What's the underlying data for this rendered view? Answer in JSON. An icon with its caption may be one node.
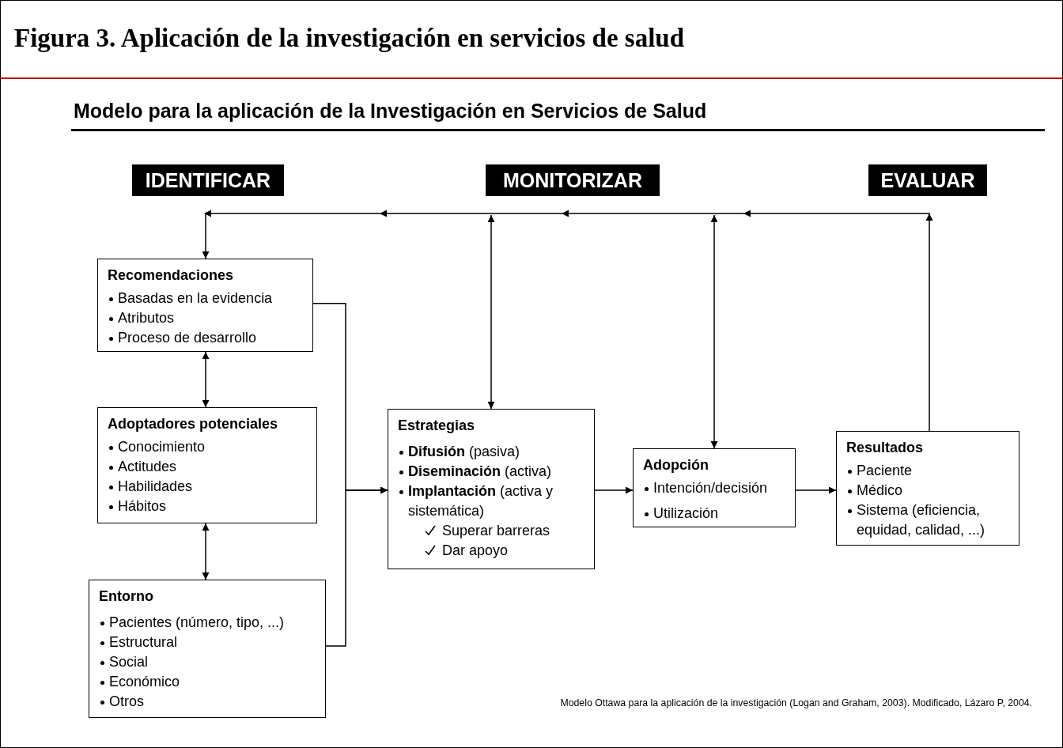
{
  "diagram": {
    "title": "Figura 3. Aplicación de la investigación en servicios de salud",
    "caption": "Modelo Ottawa para la aplicación de la investigación (Logan and Graham, 2003). Modificado, Lázaro P, 2004.",
    "labels": [
      "Modelo para la aplicación de la Investigación en Servicios de Salud"
    ],
    "nodes": [
      {
        "text": [
          "IDENTIFICAR"
        ]
      },
      {
        "text": [
          "MONITORIZAR"
        ]
      },
      {
        "text": [
          "EVALUAR"
        ]
      },
      {
        "text": [
          "Recomendaciones",
          "Basadas en la evidencia",
          "Atributos",
          "Proceso de desarrollo"
        ]
      },
      {
        "text": [
          "Adoptadores potenciales",
          "Conocimiento",
          "Actitudes",
          "Habilidades",
          "Hábitos"
        ]
      },
      {
        "text": [
          "Entorno",
          "Pacientes (número, tipo, ...)",
          "Estructural",
          "Social",
          "Económico",
          "Otros"
        ]
      },
      {
        "text": [
          "Estrategias",
          "**Difusión** (pasiva)",
          "**Diseminación** (activa)",
          "**Implantación** (activa y sistemática)",
          "Superar barreras",
          "Dar apoyo"
        ]
      },
      {
        "text": [
          "Adopción",
          "Intención/decisión",
          "Utilización"
        ]
      },
      {
        "text": [
          "Resultados",
          "Paciente",
          "Médico",
          "Sistema (eficiencia, equidad, calidad, ...)"
        ]
      }
    ],
    "edges": [
      {
        "from": 8,
        "to": 3,
        "arrow": "to"
      },
      {
        "from": 1,
        "to": 6,
        "arrow": "both"
      },
      {
        "from": null,
        "to": 7,
        "arrow": "both"
      },
      {
        "from": 3,
        "to": 4,
        "arrow": "both"
      },
      {
        "from": 4,
        "to": 5,
        "arrow": "both"
      },
      {
        "from": 3,
        "to": 6,
        "arrow": "to"
      },
      {
        "from": 5,
        "to": 6,
        "arrow": "to"
      },
      {
        "from": 6,
        "to": 7,
        "arrow": "to"
      },
      {
        "from": 7,
        "to": 8,
        "arrow": "to"
      }
    ]
  }
}
